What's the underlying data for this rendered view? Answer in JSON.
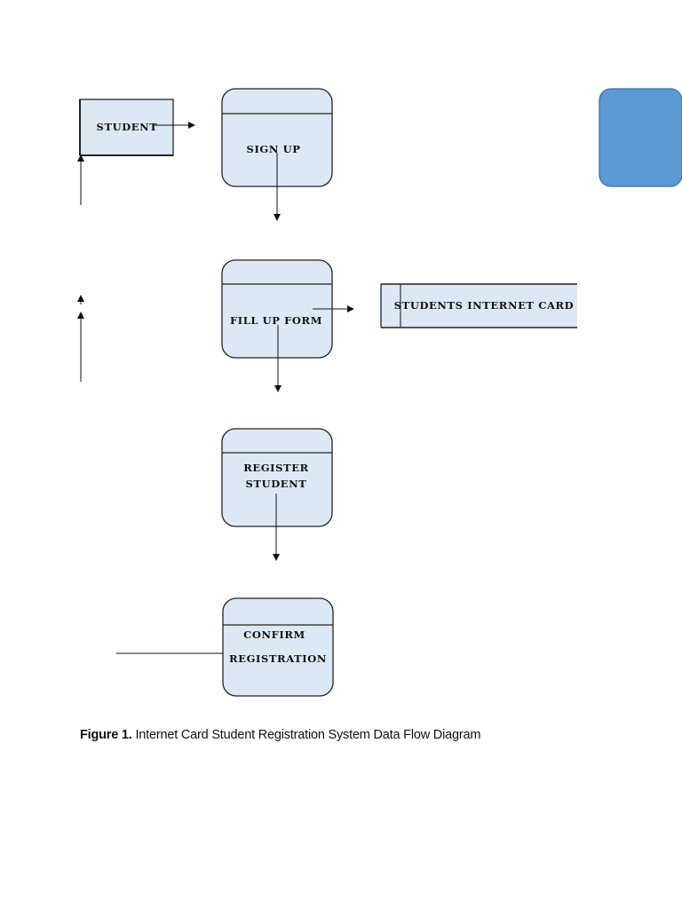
{
  "diagram": {
    "entity": {
      "label": "STUDENT"
    },
    "processes": [
      {
        "lines": [
          "SIGN UP"
        ]
      },
      {
        "lines": [
          "FILL UP FORM"
        ]
      },
      {
        "lines": [
          "REGISTER",
          "STUDENT"
        ]
      },
      {
        "lines": [
          "CONFIRM",
          "REGISTRATION"
        ]
      }
    ],
    "datastore": {
      "label": "STUDENTS INTERNET CARD"
    },
    "colors": {
      "node_fill": "#dde8f5",
      "node_stroke": "#222222",
      "accent_fill": "#5b9bd5",
      "accent_stroke": "#41719c"
    }
  },
  "caption": {
    "label": "Figure 1.",
    "text": " Internet Card Student Registration System Data Flow Diagram"
  }
}
